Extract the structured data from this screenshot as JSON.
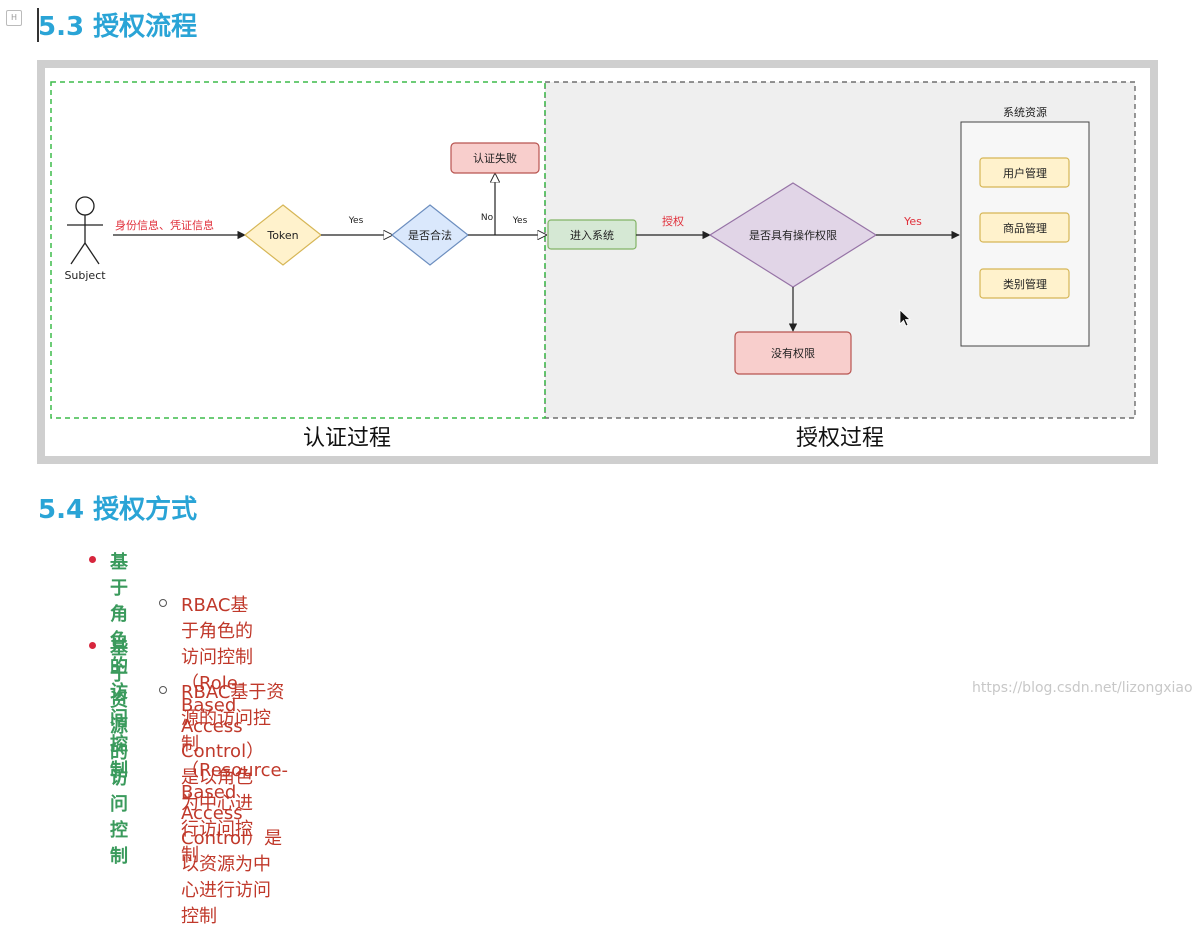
{
  "heading_53": "5.3 授权流程",
  "heading_54": "5.4 授权方式",
  "diagram": {
    "actor_label": "Subject",
    "edge_identity": "身份信息、凭证信息",
    "token": "Token",
    "edge_yes_1": "Yes",
    "decision_valid": "是否合法",
    "edge_no": "No",
    "edge_yes_2": "Yes",
    "auth_failed": "认证失败",
    "enter_system": "进入系统",
    "edge_authorize": "授权",
    "decision_permission": "是否具有操作权限",
    "edge_yes_3": "Yes",
    "no_permission": "没有权限",
    "resources_title": "系统资源",
    "resources": [
      "用户管理",
      "商品管理",
      "类别管理"
    ],
    "section_auth": "认证过程",
    "section_authz": "授权过程",
    "colors": {
      "auth_border": "#3dbb4a",
      "authz_bg": "#efefef",
      "token_fill": "#fff2cc",
      "decision_fill": "#dae8fc",
      "failed_fill": "#f8cecc",
      "enter_fill": "#d5e8d4",
      "permission_fill": "#e1d5e7",
      "resource_fill": "#fff2cc",
      "edge_red": "#e0303b"
    }
  },
  "list": {
    "item1": "基于角色的访问控制",
    "item1_sub": "RBAC基于角色的访问控制（Role-Based Access Control）是以角色为中心进行访问控制",
    "item2": "基于资源的访问控制",
    "item2_sub": "RBAC基于资源的访问控制（Resource-Based Access Control）是以资源为中心进行访问控制"
  },
  "watermark": "https://blog.csdn.net/lizongxiao"
}
